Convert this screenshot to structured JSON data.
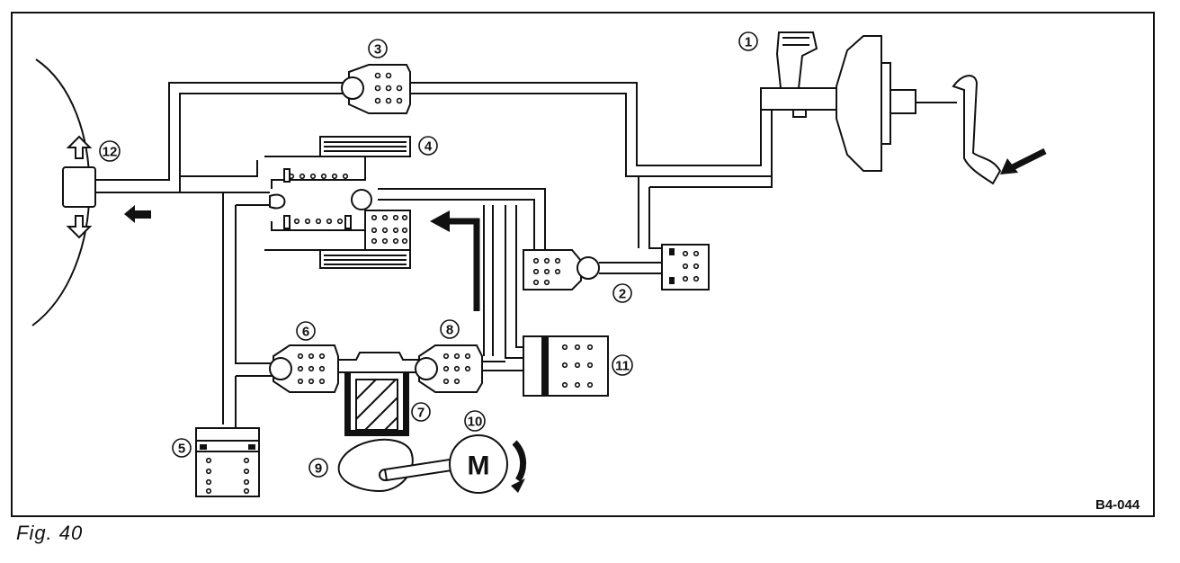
{
  "figure": {
    "caption": "Fig. 40",
    "code": "B4-044"
  },
  "components": [
    {
      "id": "1",
      "label": "1"
    },
    {
      "id": "2",
      "label": "2"
    },
    {
      "id": "3",
      "label": "3"
    },
    {
      "id": "4",
      "label": "4"
    },
    {
      "id": "5",
      "label": "5"
    },
    {
      "id": "6",
      "label": "6"
    },
    {
      "id": "7",
      "label": "7"
    },
    {
      "id": "8",
      "label": "8"
    },
    {
      "id": "9",
      "label": "9"
    },
    {
      "id": "10",
      "label": "10"
    },
    {
      "id": "11",
      "label": "11"
    },
    {
      "id": "12",
      "label": "12"
    }
  ],
  "motor": {
    "label": "M"
  }
}
